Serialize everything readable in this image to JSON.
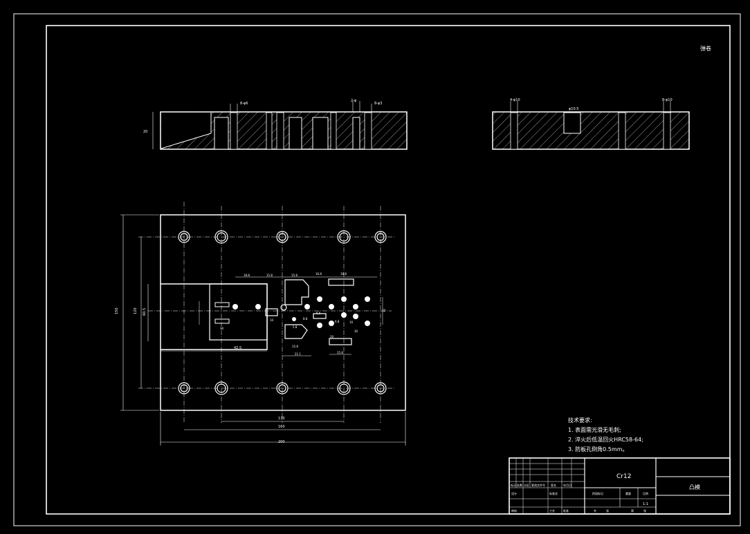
{
  "corner_label": "弹卷",
  "section_view_left": {
    "dims": [
      "8-φ6",
      "2-φ",
      "8-φ3",
      "20"
    ]
  },
  "section_view_right": {
    "dims": [
      "4-φ10",
      "φ10.5",
      "8-φ10"
    ]
  },
  "plan_view": {
    "overall_dims": {
      "width_total": "200",
      "width_mid": "160",
      "width_inner": "130",
      "height_total": "150",
      "height_mid": "120",
      "height_inner": "60.5",
      "step_width": "42.5"
    },
    "feature_dims": [
      "18.8",
      "15.8",
      "15.8",
      "16.8",
      "18.8",
      "5.5",
      "8.8",
      "6.8",
      "5.8",
      "10",
      "20",
      "30",
      "15.8",
      "21.1",
      "15.8",
      "10",
      "10",
      "32"
    ]
  },
  "technical_requirements": {
    "title": "技术要求:",
    "items": [
      "1. 表面需光滑无毛刺;",
      "2. 淬火后低温回火HRC58-64;",
      "3. 防板孔倒角0.5mm。"
    ]
  },
  "title_block": {
    "material": "Cr12",
    "drawing_name": "凸模",
    "sign_cells": [
      "标记",
      "处数",
      "分区",
      "更改文件号",
      "签名",
      "年月日"
    ],
    "role_cells": [
      "设计",
      "标准化"
    ],
    "stage_cells": [
      "阶段标记",
      "重量",
      "比例"
    ],
    "approve_cells": [
      "审核",
      "工艺",
      "批准"
    ],
    "sheet_cells": [
      "共",
      "张",
      "第",
      "张"
    ],
    "scale": "1:1"
  }
}
